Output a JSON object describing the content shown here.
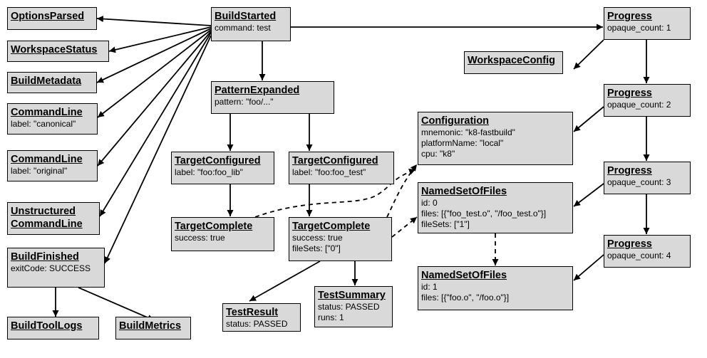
{
  "nodes": [
    {
      "id": "options-parsed",
      "title": [
        "OptionsParsed"
      ],
      "fields": []
    },
    {
      "id": "workspace-status",
      "title": [
        "WorkspaceStatus"
      ],
      "fields": []
    },
    {
      "id": "build-metadata",
      "title": [
        "BuildMetadata"
      ],
      "fields": []
    },
    {
      "id": "commandline-canonical",
      "title": [
        "CommandLine"
      ],
      "fields": [
        "label: \"canonical\""
      ]
    },
    {
      "id": "commandline-original",
      "title": [
        "CommandLine"
      ],
      "fields": [
        "label: \"original\""
      ]
    },
    {
      "id": "unstructured-commandline",
      "title": [
        "Unstructured",
        "CommandLine"
      ],
      "fields": []
    },
    {
      "id": "build-finished",
      "title": [
        "BuildFinished"
      ],
      "fields": [
        "exitCode: SUCCESS"
      ]
    },
    {
      "id": "build-tool-logs",
      "title": [
        "BuildToolLogs"
      ],
      "fields": []
    },
    {
      "id": "build-metrics",
      "title": [
        "BuildMetrics"
      ],
      "fields": []
    },
    {
      "id": "build-started",
      "title": [
        "BuildStarted"
      ],
      "fields": [
        "command: test"
      ]
    },
    {
      "id": "pattern-expanded",
      "title": [
        "PatternExpanded"
      ],
      "fields": [
        "pattern: \"foo/...\""
      ]
    },
    {
      "id": "target-configured-lib",
      "title": [
        "TargetConfigured"
      ],
      "fields": [
        "label: \"foo:foo_lib\""
      ]
    },
    {
      "id": "target-configured-test",
      "title": [
        "TargetConfigured"
      ],
      "fields": [
        "label: \"foo:foo_test\""
      ]
    },
    {
      "id": "target-complete-lib",
      "title": [
        "TargetComplete"
      ],
      "fields": [
        "success: true"
      ]
    },
    {
      "id": "target-complete-test",
      "title": [
        "TargetComplete"
      ],
      "fields": [
        "success: true",
        "fileSets: [\"0\"]"
      ]
    },
    {
      "id": "test-result",
      "title": [
        "TestResult"
      ],
      "fields": [
        "status: PASSED"
      ]
    },
    {
      "id": "test-summary",
      "title": [
        "TestSummary"
      ],
      "fields": [
        "status: PASSED",
        "runs: 1"
      ]
    },
    {
      "id": "configuration",
      "title": [
        "Configuration"
      ],
      "fields": [
        "mnemonic: \"k8-fastbuild\"",
        "platformName: \"local\"",
        "cpu: \"k8\""
      ]
    },
    {
      "id": "named-set-0",
      "title": [
        "NamedSetOfFiles"
      ],
      "fields": [
        "id: 0",
        "files: [{\"foo_test.o\", \"/foo_test.o\"}]",
        "fileSets: [\"1\"]"
      ]
    },
    {
      "id": "named-set-1",
      "title": [
        "NamedSetOfFiles"
      ],
      "fields": [
        "id: 1",
        "files: [{\"foo.o\", \"/foo.o\"}]"
      ]
    },
    {
      "id": "progress-1",
      "title": [
        "Progress"
      ],
      "fields": [
        "opaque_count: 1"
      ]
    },
    {
      "id": "workspace-config",
      "title": [
        "WorkspaceConfig"
      ],
      "fields": []
    },
    {
      "id": "progress-2",
      "title": [
        "Progress"
      ],
      "fields": [
        "opaque_count: 2"
      ]
    },
    {
      "id": "progress-3",
      "title": [
        "Progress"
      ],
      "fields": [
        "opaque_count: 3"
      ]
    },
    {
      "id": "progress-4",
      "title": [
        "Progress"
      ],
      "fields": [
        "opaque_count: 4"
      ]
    }
  ],
  "edges": [
    {
      "from": "build-started",
      "to": "options-parsed",
      "style": "solid"
    },
    {
      "from": "build-started",
      "to": "workspace-status",
      "style": "solid"
    },
    {
      "from": "build-started",
      "to": "build-metadata",
      "style": "solid"
    },
    {
      "from": "build-started",
      "to": "commandline-canonical",
      "style": "solid"
    },
    {
      "from": "build-started",
      "to": "commandline-original",
      "style": "solid"
    },
    {
      "from": "build-started",
      "to": "unstructured-commandline",
      "style": "solid"
    },
    {
      "from": "build-started",
      "to": "build-finished",
      "style": "solid"
    },
    {
      "from": "build-started",
      "to": "pattern-expanded",
      "style": "solid"
    },
    {
      "from": "build-started",
      "to": "progress-1",
      "style": "solid"
    },
    {
      "from": "build-finished",
      "to": "build-tool-logs",
      "style": "solid"
    },
    {
      "from": "build-finished",
      "to": "build-metrics",
      "style": "solid"
    },
    {
      "from": "pattern-expanded",
      "to": "target-configured-lib",
      "style": "solid"
    },
    {
      "from": "pattern-expanded",
      "to": "target-configured-test",
      "style": "solid"
    },
    {
      "from": "target-configured-lib",
      "to": "target-complete-lib",
      "style": "solid"
    },
    {
      "from": "target-configured-test",
      "to": "target-complete-test",
      "style": "solid"
    },
    {
      "from": "target-complete-test",
      "to": "test-result",
      "style": "solid"
    },
    {
      "from": "target-complete-test",
      "to": "test-summary",
      "style": "solid"
    },
    {
      "from": "target-complete-lib",
      "to": "configuration",
      "style": "dashed"
    },
    {
      "from": "target-complete-test",
      "to": "configuration",
      "style": "dashed"
    },
    {
      "from": "target-complete-test",
      "to": "named-set-0",
      "style": "dashed"
    },
    {
      "from": "named-set-0",
      "to": "named-set-1",
      "style": "dashed"
    },
    {
      "from": "progress-1",
      "to": "workspace-config",
      "style": "solid"
    },
    {
      "from": "progress-1",
      "to": "progress-2",
      "style": "solid"
    },
    {
      "from": "progress-2",
      "to": "configuration",
      "style": "solid"
    },
    {
      "from": "progress-2",
      "to": "progress-3",
      "style": "solid"
    },
    {
      "from": "progress-3",
      "to": "named-set-0",
      "style": "solid"
    },
    {
      "from": "progress-3",
      "to": "progress-4",
      "style": "solid"
    },
    {
      "from": "progress-4",
      "to": "named-set-1",
      "style": "solid"
    }
  ]
}
